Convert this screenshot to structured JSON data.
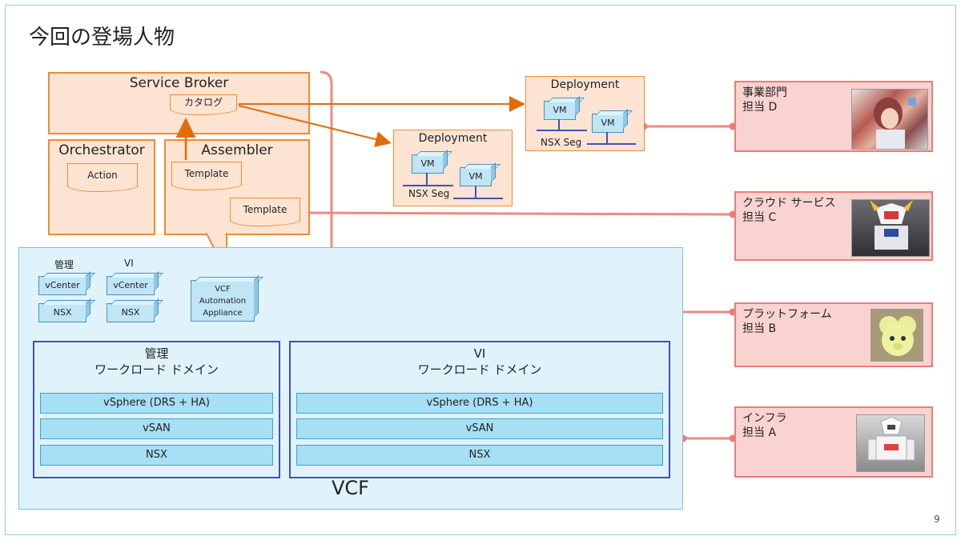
{
  "slide": {
    "title": "今回の登場人物",
    "page_number": "9"
  },
  "service_broker": {
    "title": "Service Broker",
    "catalog": "カタログ"
  },
  "orchestrator": {
    "title": "Orchestrator",
    "action": "Action"
  },
  "assembler": {
    "title": "Assembler",
    "template1": "Template",
    "template2": "Template"
  },
  "deployment_small": {
    "title": "Deployment",
    "vm1": "VM",
    "vm2": "VM",
    "seg": "NSX Seg"
  },
  "deployment_large": {
    "title": "Deployment",
    "vm1": "VM",
    "vm2": "VM",
    "seg": "NSX Seg"
  },
  "vcf": {
    "label": "VCF",
    "mgmt_label": "管理",
    "vi_label": "VI",
    "mgmt_vcenter": "vCenter",
    "mgmt_nsx": "NSX",
    "vi_vcenter": "vCenter",
    "vi_nsx": "NSX",
    "appliance_line1": "VCF",
    "appliance_line2": "Automation",
    "appliance_line3": "Appliance",
    "domains": [
      {
        "title_line1": "管理",
        "title_line2": "ワークロード ドメイン",
        "layers": [
          "vSphere (DRS + HA)",
          "vSAN",
          "NSX"
        ]
      },
      {
        "title_line1": "VI",
        "title_line2": "ワークロード ドメイン",
        "layers": [
          "vSphere (DRS + HA)",
          "vSAN",
          "NSX"
        ]
      }
    ]
  },
  "roles": [
    {
      "name": "事業部門",
      "owner": "担当 D"
    },
    {
      "name": "クラウド サービス",
      "owner": "担当 C"
    },
    {
      "name": "プラットフォーム",
      "owner": "担当 B"
    },
    {
      "name": "インフラ",
      "owner": "担当 A"
    }
  ],
  "colors": {
    "orange": "#ef8a34",
    "salmon": "#ee7c75",
    "blue": "#3f51b5",
    "light_blue": "#e0f3fb"
  }
}
